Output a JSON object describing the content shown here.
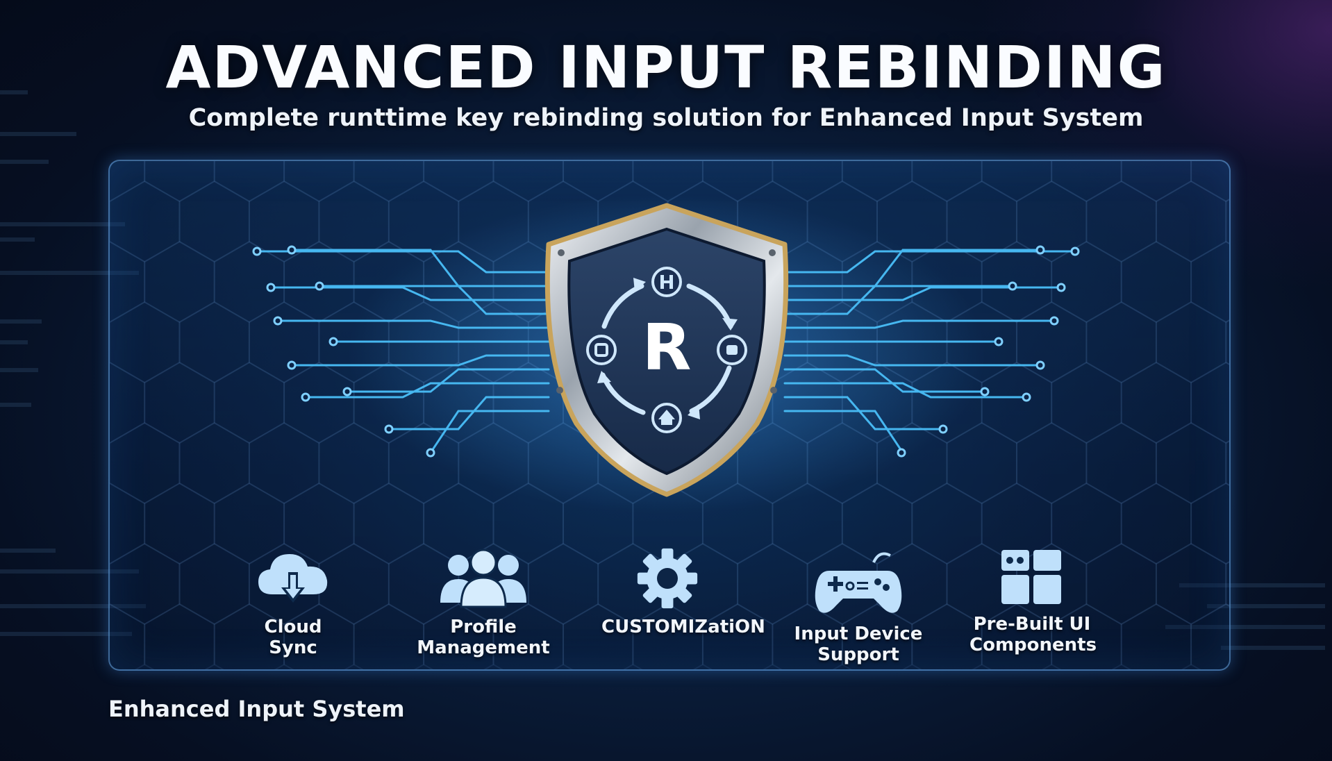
{
  "header": {
    "title": "ADVANCED INPUT REBINDING",
    "subtitle": "Complete runttime key rebinding solution for Enhanced Input System"
  },
  "emblem": {
    "letter": "R",
    "icon": "shield-icon",
    "accent": "#3fb0ff",
    "gold": "#c9a45c"
  },
  "features": [
    {
      "label": "Cloud Sync",
      "icon": "cloud-download-icon"
    },
    {
      "label": "Profile Management",
      "icon": "users-icon"
    },
    {
      "label": "CUSTOMIZatiON",
      "icon": "gear-icon"
    },
    {
      "label": "Input Device Support",
      "icon": "gamepad-icon"
    },
    {
      "label": "Pre-Built UI Components",
      "icon": "grid-layout-icon"
    }
  ],
  "footer": {
    "label": "Enhanced Input System"
  },
  "colors": {
    "background": "#07132a",
    "panel_border": "#6eaff0",
    "icon_fill": "#bfe0fb",
    "circuit": "#46b7f0"
  }
}
